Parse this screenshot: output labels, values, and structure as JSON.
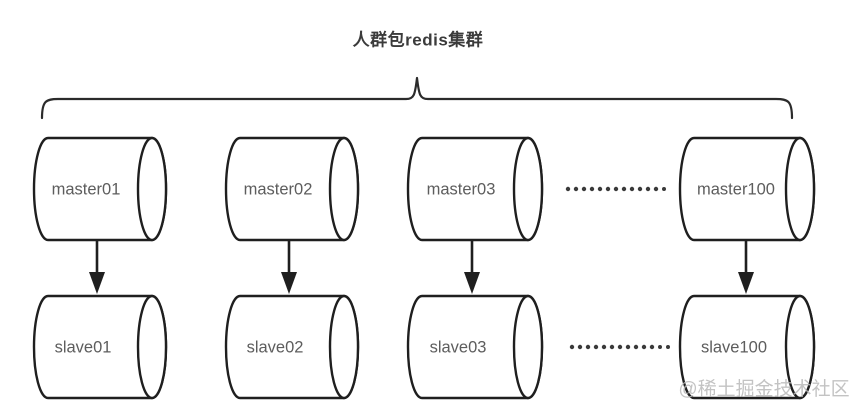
{
  "diagram": {
    "title": "人群包redis集群",
    "watermark": "@稀土掘金技术社区",
    "colors": {
      "stroke": "#1f1f1f",
      "label": "#5d5d5d",
      "title": "#3b3b3b",
      "background": "#ffffff",
      "watermark": "#b9b9b9"
    },
    "masters": [
      {
        "label": "master01"
      },
      {
        "label": "master02"
      },
      {
        "label": "master03"
      },
      {
        "label": "master100"
      }
    ],
    "slaves": [
      {
        "label": "slave01"
      },
      {
        "label": "slave02"
      },
      {
        "label": "slave03"
      },
      {
        "label": "slave100"
      }
    ],
    "ellipsis": {
      "master_row": "·············",
      "slave_row": "·············",
      "dot_count": 13
    },
    "relations": [
      {
        "from": "master01",
        "to": "slave01"
      },
      {
        "from": "master02",
        "to": "slave02"
      },
      {
        "from": "master03",
        "to": "slave03"
      },
      {
        "from": "master100",
        "to": "slave100"
      }
    ],
    "brace": {
      "label_ref": "人群包redis集群",
      "spans": "master01..master100"
    }
  }
}
